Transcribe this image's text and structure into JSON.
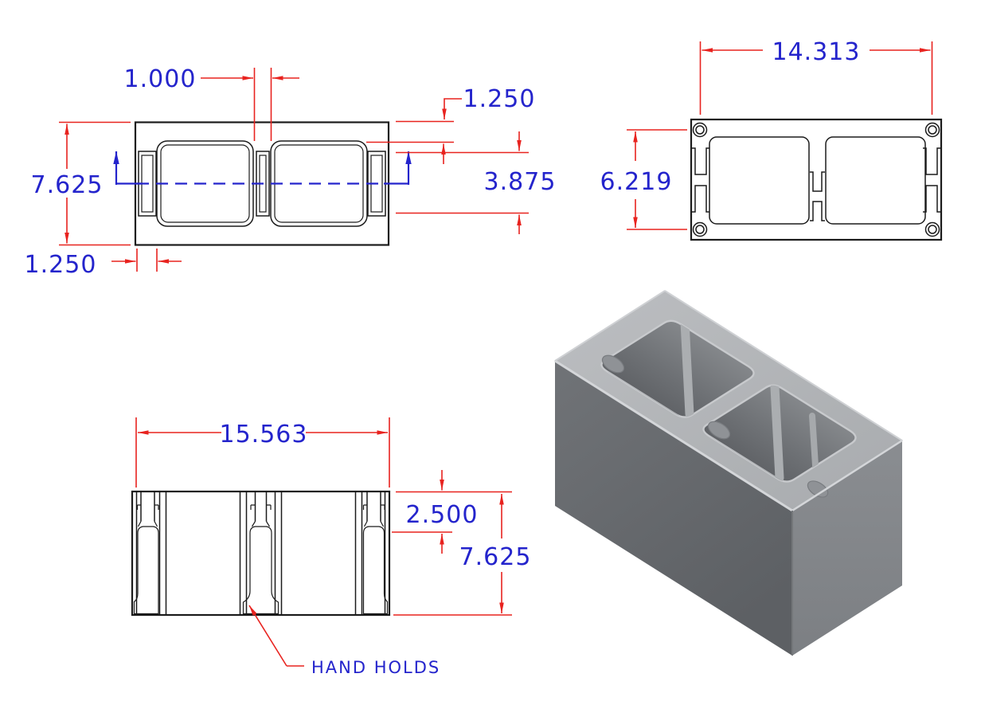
{
  "colors": {
    "outline": "#1b1b1b",
    "dimension_lines": "#e8231f",
    "dimension_text": "#2424cc",
    "stipple": "#2424cc",
    "iso_top": "#b3b5b8",
    "iso_front": "#66696d",
    "iso_side": "#85888c"
  },
  "views": {
    "plan": {
      "dims": {
        "width": "7.625",
        "web": "1.000",
        "shell_bottom": "1.250",
        "shell_right": "1.250",
        "core": "3.875"
      }
    },
    "bottom": {
      "dims": {
        "span": "14.313",
        "rise": "6.219"
      }
    },
    "section": {
      "dims": {
        "length": "15.563",
        "depth": "2.500",
        "height": "7.625"
      },
      "callout": "HAND HOLDS"
    }
  }
}
